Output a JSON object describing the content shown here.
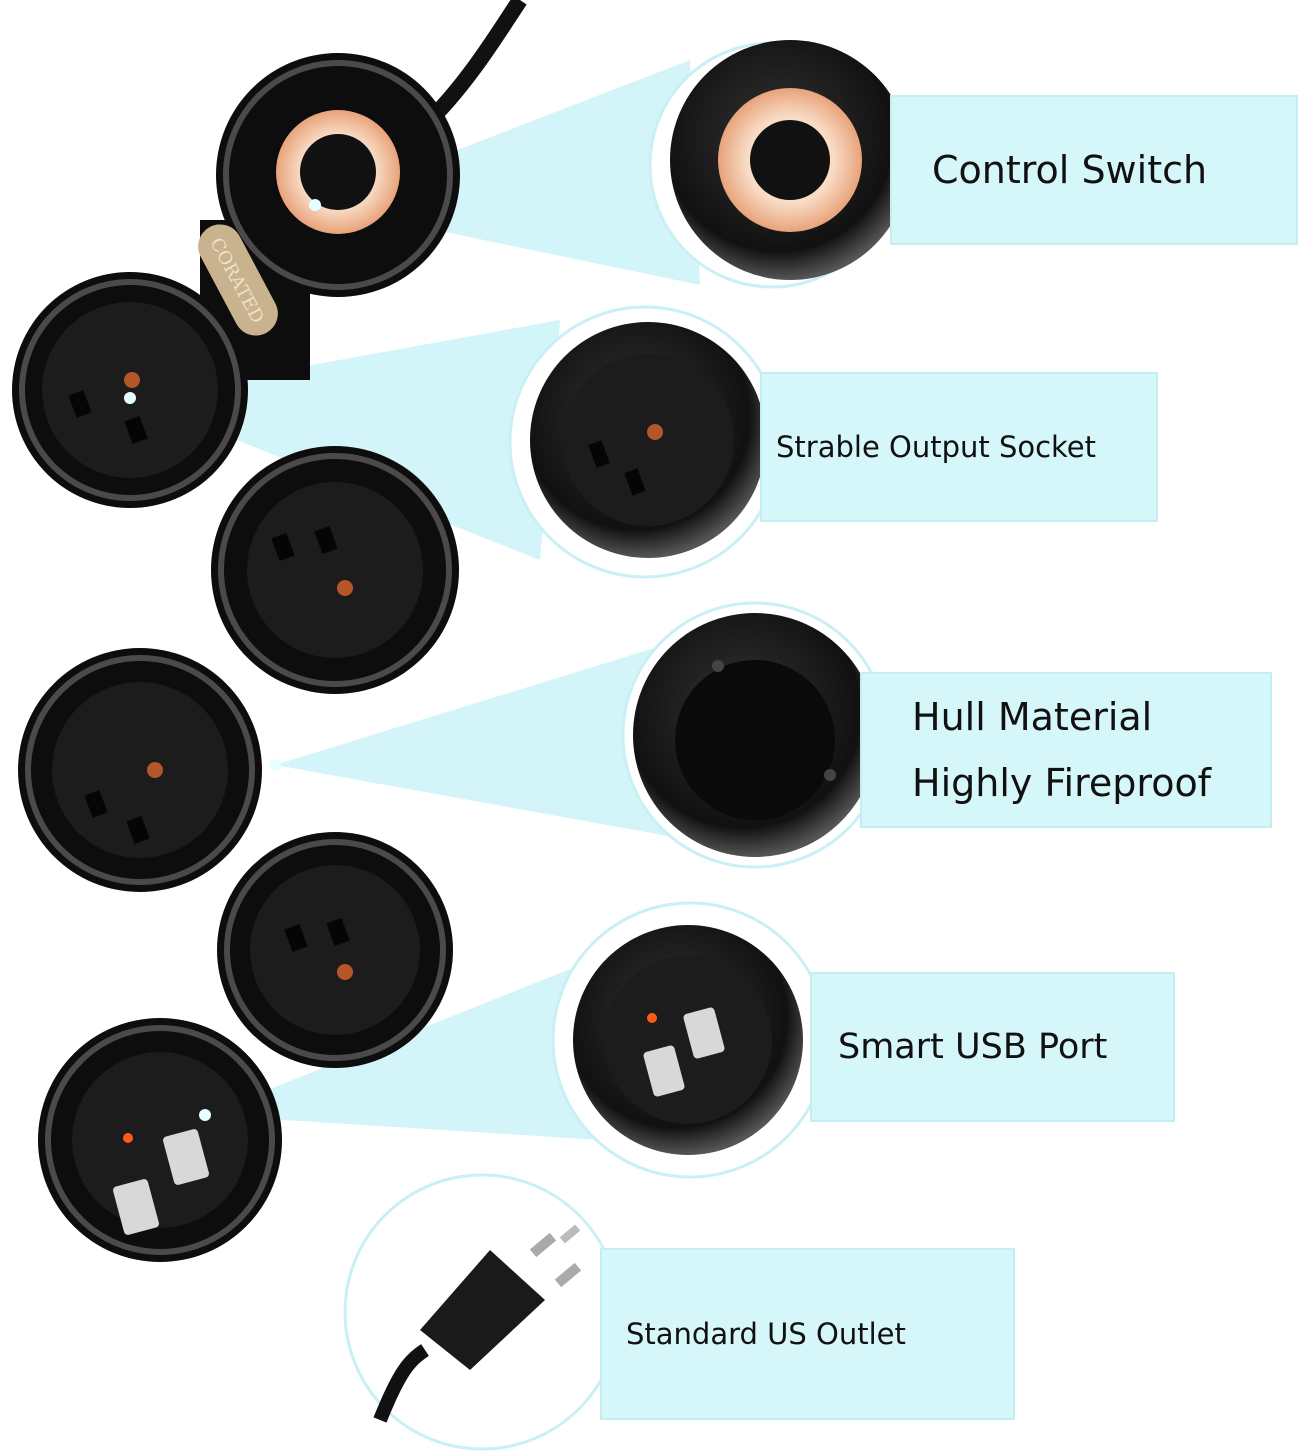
{
  "brand_label": "CORATED",
  "features": [
    {
      "lines": [
        "Control Switch"
      ]
    },
    {
      "lines": [
        "Strable Output Socket"
      ]
    },
    {
      "lines": [
        "Hull Material",
        "Highly Fireproof"
      ]
    },
    {
      "lines": [
        "Smart USB Port"
      ]
    },
    {
      "lines": [
        "Standard US Outlet"
      ]
    }
  ],
  "colors": {
    "label_bg": "#d6f7fa",
    "beam": "#bff1f6",
    "body": "#0d0d0d",
    "ring": "#f3c7a6"
  }
}
